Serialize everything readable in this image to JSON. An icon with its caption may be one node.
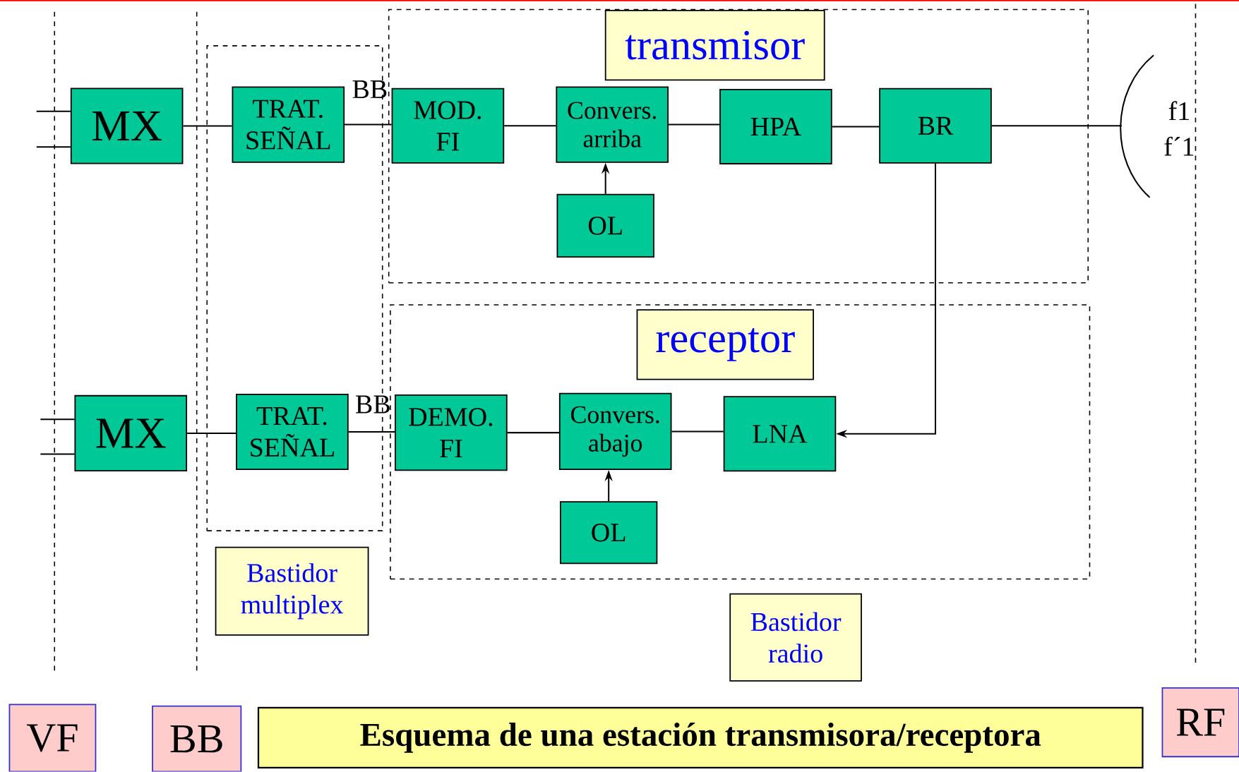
{
  "diagram": {
    "title": "Esquema de una estación transmisora/receptora",
    "nodes": [
      {
        "text": [],
        "shape": "box"
      },
      {
        "text": [
          "MX"
        ]
      },
      {
        "text": [
          "TRAT. SEÑAL"
        ],
        "in": 0
      },
      {
        "text": [],
        "shape": "box"
      },
      {
        "text": [
          "transmisor"
        ],
        "in": 3
      },
      {
        "text": [
          "MOD. FI"
        ],
        "in": 3
      },
      {
        "text": [
          "Convers. arriba"
        ],
        "in": 3
      },
      {
        "text": [
          "OL"
        ],
        "in": 3
      },
      {
        "text": [
          "HPA"
        ],
        "in": 3
      },
      {
        "text": [
          "BR"
        ],
        "in": 3
      },
      {
        "text": [],
        "shape": "picture",
        "beside": [
          "f1",
          "f´1"
        ]
      },
      {
        "text": [],
        "shape": "box"
      },
      {
        "text": [
          "receptor"
        ],
        "in": 11
      },
      {
        "text": [
          "MX"
        ]
      },
      {
        "text": [
          "TRAT. SEÑAL"
        ],
        "in": 0
      },
      {
        "text": [
          "DEMO. FI"
        ],
        "in": 11
      },
      {
        "text": [
          "Convers. abajo"
        ],
        "in": 11
      },
      {
        "text": [
          "OL"
        ],
        "in": 11
      },
      {
        "text": [
          "LNA"
        ],
        "in": 11
      },
      {
        "text": [
          "Bastidor multiplex"
        ]
      },
      {
        "text": [
          "Bastidor radio"
        ]
      },
      {
        "text": [
          "VF"
        ]
      },
      {
        "text": [
          "BB"
        ]
      },
      {
        "text": [
          "RF"
        ]
      }
    ],
    "edges": [
      {
        "from": null,
        "to": 1,
        "arrow": "none"
      },
      {
        "from": null,
        "to": 1,
        "arrow": "none"
      },
      {
        "from": 1,
        "to": 2,
        "arrow": "none"
      },
      {
        "from": 2,
        "to": 5,
        "arrow": "none"
      },
      {
        "from": 5,
        "to": 6,
        "arrow": "none"
      },
      {
        "from": 6,
        "to": 8,
        "arrow": "none"
      },
      {
        "from": 7,
        "to": 6,
        "arrow": "to"
      },
      {
        "from": 8,
        "to": 9,
        "arrow": "none"
      },
      {
        "from": 9,
        "to": 10,
        "arrow": "none"
      },
      {
        "from": 9,
        "to": 18,
        "arrow": "to"
      },
      {
        "from": null,
        "to": 13,
        "arrow": "none"
      },
      {
        "from": null,
        "to": 13,
        "arrow": "none"
      },
      {
        "from": 13,
        "to": 14,
        "arrow": "none"
      },
      {
        "from": 14,
        "to": 15,
        "arrow": "none"
      },
      {
        "from": 15,
        "to": 16,
        "arrow": "none"
      },
      {
        "from": 16,
        "to": 18,
        "arrow": "none"
      },
      {
        "from": 17,
        "to": 16,
        "arrow": "to"
      }
    ],
    "labels": [
      "BB",
      "BB"
    ]
  }
}
